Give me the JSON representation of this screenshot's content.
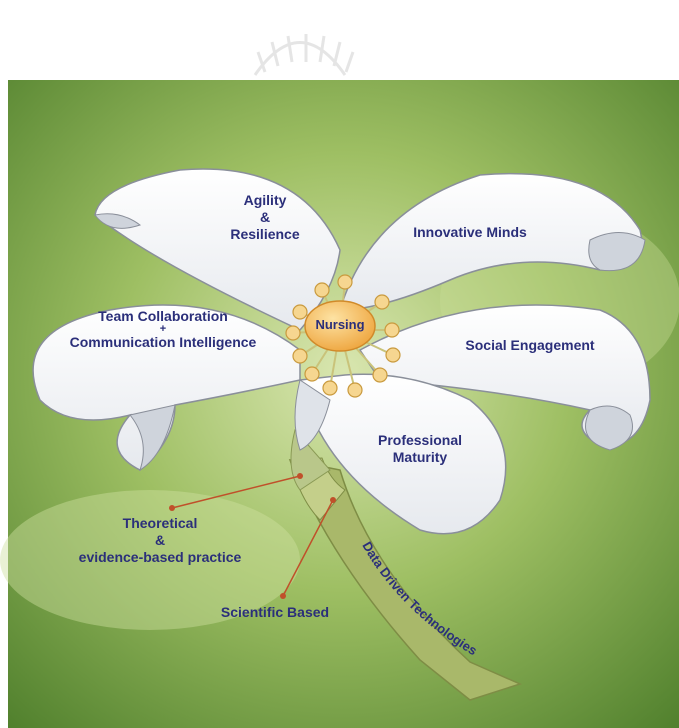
{
  "diagram": {
    "center": "Nursing",
    "petals": {
      "top_left": [
        "Agility",
        "&",
        "Resilience"
      ],
      "top_right": "Innovative Minds",
      "left": [
        "Team Collaboration",
        "+",
        "Communication Intelligence"
      ],
      "right": "Social Engagement",
      "bottom": [
        "Professional",
        "Maturity"
      ]
    },
    "roots": {
      "theoretical": [
        "Theoretical",
        "&",
        "evidence-based practice"
      ],
      "scientific": "Scientific Based"
    },
    "stem_label": "Data Driven Technologies"
  },
  "colors": {
    "text": "#2b2f7a",
    "center": "#f2b04a",
    "stem": "#a9b86a",
    "pointer": "#c0502a",
    "background": "#6e9a3a"
  },
  "watermark": "seal-watermark"
}
